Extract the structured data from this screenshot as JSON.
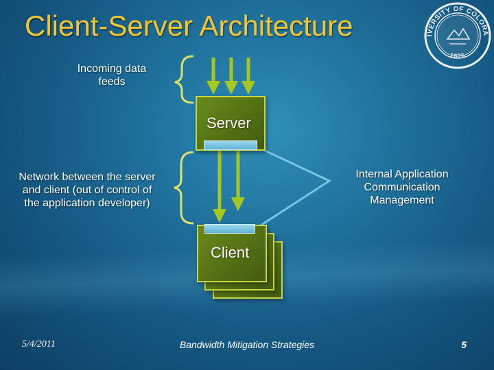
{
  "slide": {
    "title": "Client-Server Architecture",
    "logo_icon": "university-seal-icon",
    "seal_text": "UNIVERSITY OF COLORADO",
    "seal_year": "1876"
  },
  "diagram": {
    "incoming_label": "Incoming data feeds",
    "server_label": "Server",
    "client_label": "Client",
    "network_label": "Network between the server and client (out of control of the application developer)",
    "internal_label": "Internal Application Communication Management",
    "colors": {
      "title": "#f2c531",
      "box_fill": "#5d7c18",
      "box_border": "#c8d640",
      "arrow": "#a6c81e",
      "connector": "#7fcce8"
    }
  },
  "footer": {
    "date": "5/4/2011",
    "title": "Bandwidth Mitigation Strategies",
    "page_number": "5"
  }
}
